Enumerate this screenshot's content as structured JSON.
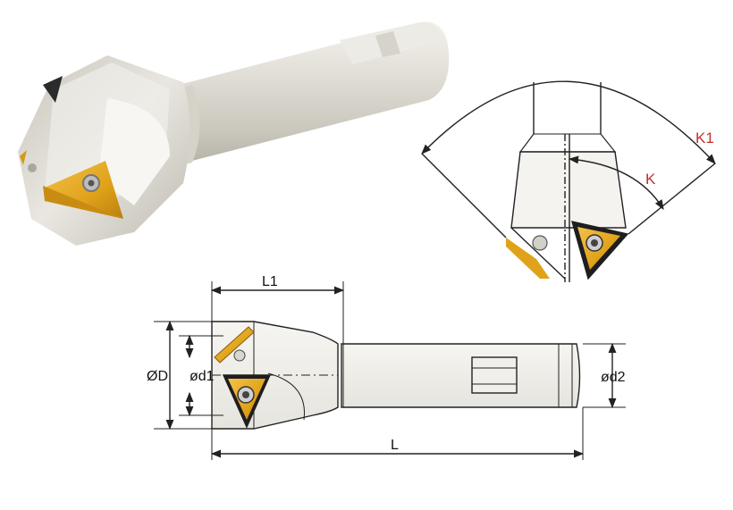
{
  "labels": {
    "L1": "L1",
    "L": "L",
    "D": "ØD",
    "d1": "ød1",
    "d2": "ød2",
    "K": "K",
    "K1": "K1"
  },
  "colors": {
    "insert_gold": "#e0a21a",
    "label_red": "#c0312b",
    "body_silver": "#dcdad2",
    "line": "#222222"
  },
  "icons": [
    "countersink-tool-photo",
    "insert-screw-icon",
    "triangular-insert-icon"
  ]
}
